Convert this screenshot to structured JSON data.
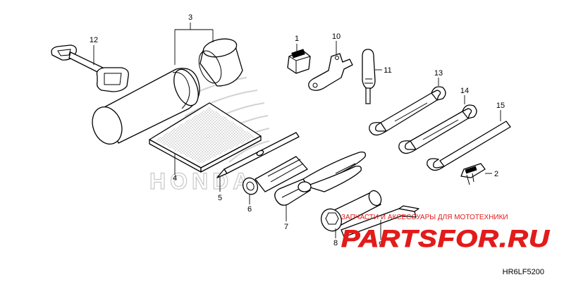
{
  "diagram_code": "HR6LF5200",
  "callouts": [
    "1",
    "2",
    "3",
    "4",
    "5",
    "6",
    "7",
    "8",
    "9",
    "10",
    "11",
    "12",
    "13",
    "14",
    "15"
  ],
  "watermark": {
    "brand_text": "HONDA",
    "tagline": "ЗАПЧАСТИ И АКСЕССУАРЫ ДЛЯ МОТОТЕХНИКИ",
    "site": "PARTSFOR.RU",
    "color": "#e21b1b",
    "logo_color": "#cfcfcf"
  }
}
